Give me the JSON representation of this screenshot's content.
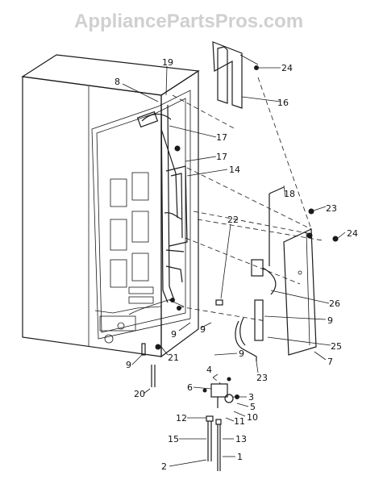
{
  "watermark": "AppliancePartsPros.com",
  "callouts": {
    "c1": "1",
    "c2": "2",
    "c3": "3",
    "c4": "4",
    "c5": "5",
    "c6": "6",
    "c7": "7",
    "c8": "8",
    "c9a": "9",
    "c9b": "9",
    "c9c": "9",
    "c9d": "9",
    "c9e": "9",
    "c10": "10",
    "c11": "11",
    "c12": "12",
    "c13": "13",
    "c14": "14",
    "c15": "15",
    "c16": "16",
    "c17a": "17",
    "c17b": "17",
    "c18": "18",
    "c19": "19",
    "c20": "20",
    "c21": "21",
    "c22": "22",
    "c23a": "23",
    "c23b": "23",
    "c24a": "24",
    "c24b": "24",
    "c25": "25",
    "c26": "26"
  }
}
